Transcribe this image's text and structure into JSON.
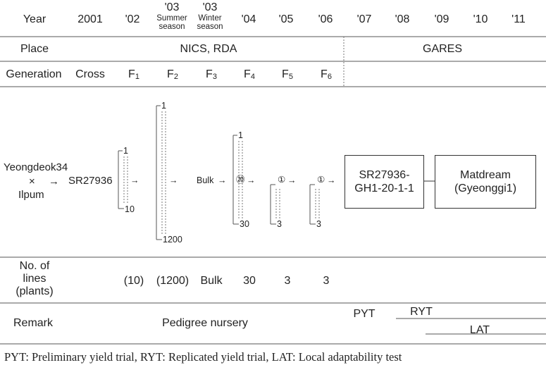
{
  "header": {
    "label": "Year",
    "years": [
      {
        "name": "y2001",
        "text": "2001"
      },
      {
        "name": "y02",
        "text": "'02"
      },
      {
        "name": "y03s",
        "text": "'03",
        "sub": "Summer\nseason"
      },
      {
        "name": "y03w",
        "text": "'03",
        "sub": "Winter\nseason"
      },
      {
        "name": "y04",
        "text": "'04"
      },
      {
        "name": "y05",
        "text": "'05"
      },
      {
        "name": "y06",
        "text": "'06"
      },
      {
        "name": "y07",
        "text": "'07"
      },
      {
        "name": "y08",
        "text": "'08"
      },
      {
        "name": "y09",
        "text": "'09"
      },
      {
        "name": "y10",
        "text": "'10"
      },
      {
        "name": "y11",
        "text": "'11"
      }
    ]
  },
  "place": {
    "label": "Place",
    "left": "NICS, RDA",
    "right": "GARES"
  },
  "generation": {
    "label": "Generation",
    "items": [
      {
        "name": "cross",
        "text": "Cross",
        "sub": ""
      },
      {
        "name": "f1",
        "text": "F",
        "sub": "1"
      },
      {
        "name": "f2",
        "text": "F",
        "sub": "2"
      },
      {
        "name": "f3",
        "text": "F",
        "sub": "3"
      },
      {
        "name": "f4",
        "text": "F",
        "sub": "4"
      },
      {
        "name": "f5",
        "text": "F",
        "sub": "5"
      },
      {
        "name": "f6",
        "text": "F",
        "sub": "6"
      }
    ]
  },
  "flow": {
    "parent1": "Yeongdeok34",
    "times": "×",
    "parent2": "Ilpum",
    "arrow": "→",
    "cross_name": "SR27936",
    "bulk": "Bulk",
    "f1_top": "1",
    "f1_bottom": "10",
    "f2_top": "1",
    "f2_bottom": "1200",
    "f4_top": "1",
    "f4_selected": "⑳",
    "f4_bottom": "30",
    "f5_selected": "①",
    "f5_bottom": "3",
    "f6_selected": "①",
    "f6_bottom": "3",
    "box1": [
      "SR27936-",
      "GH1-20-1-1"
    ],
    "box2": [
      "Matdream",
      "(Gyeonggi1)"
    ]
  },
  "lines": {
    "label": [
      "No. of",
      "lines",
      "(plants)"
    ],
    "values": [
      "(10)",
      "(1200)",
      "Bulk",
      "30",
      "3",
      "3"
    ]
  },
  "remark": {
    "label": "Remark",
    "pedigree": "Pedigree nursery",
    "pyt": "PYT",
    "ryt": "RYT",
    "lat": "LAT"
  },
  "footnote": "PYT: Preliminary yield trial, RYT: Replicated yield trial, LAT: Local adaptability test",
  "colors": {
    "text": "#222222",
    "rule": "#555555"
  }
}
